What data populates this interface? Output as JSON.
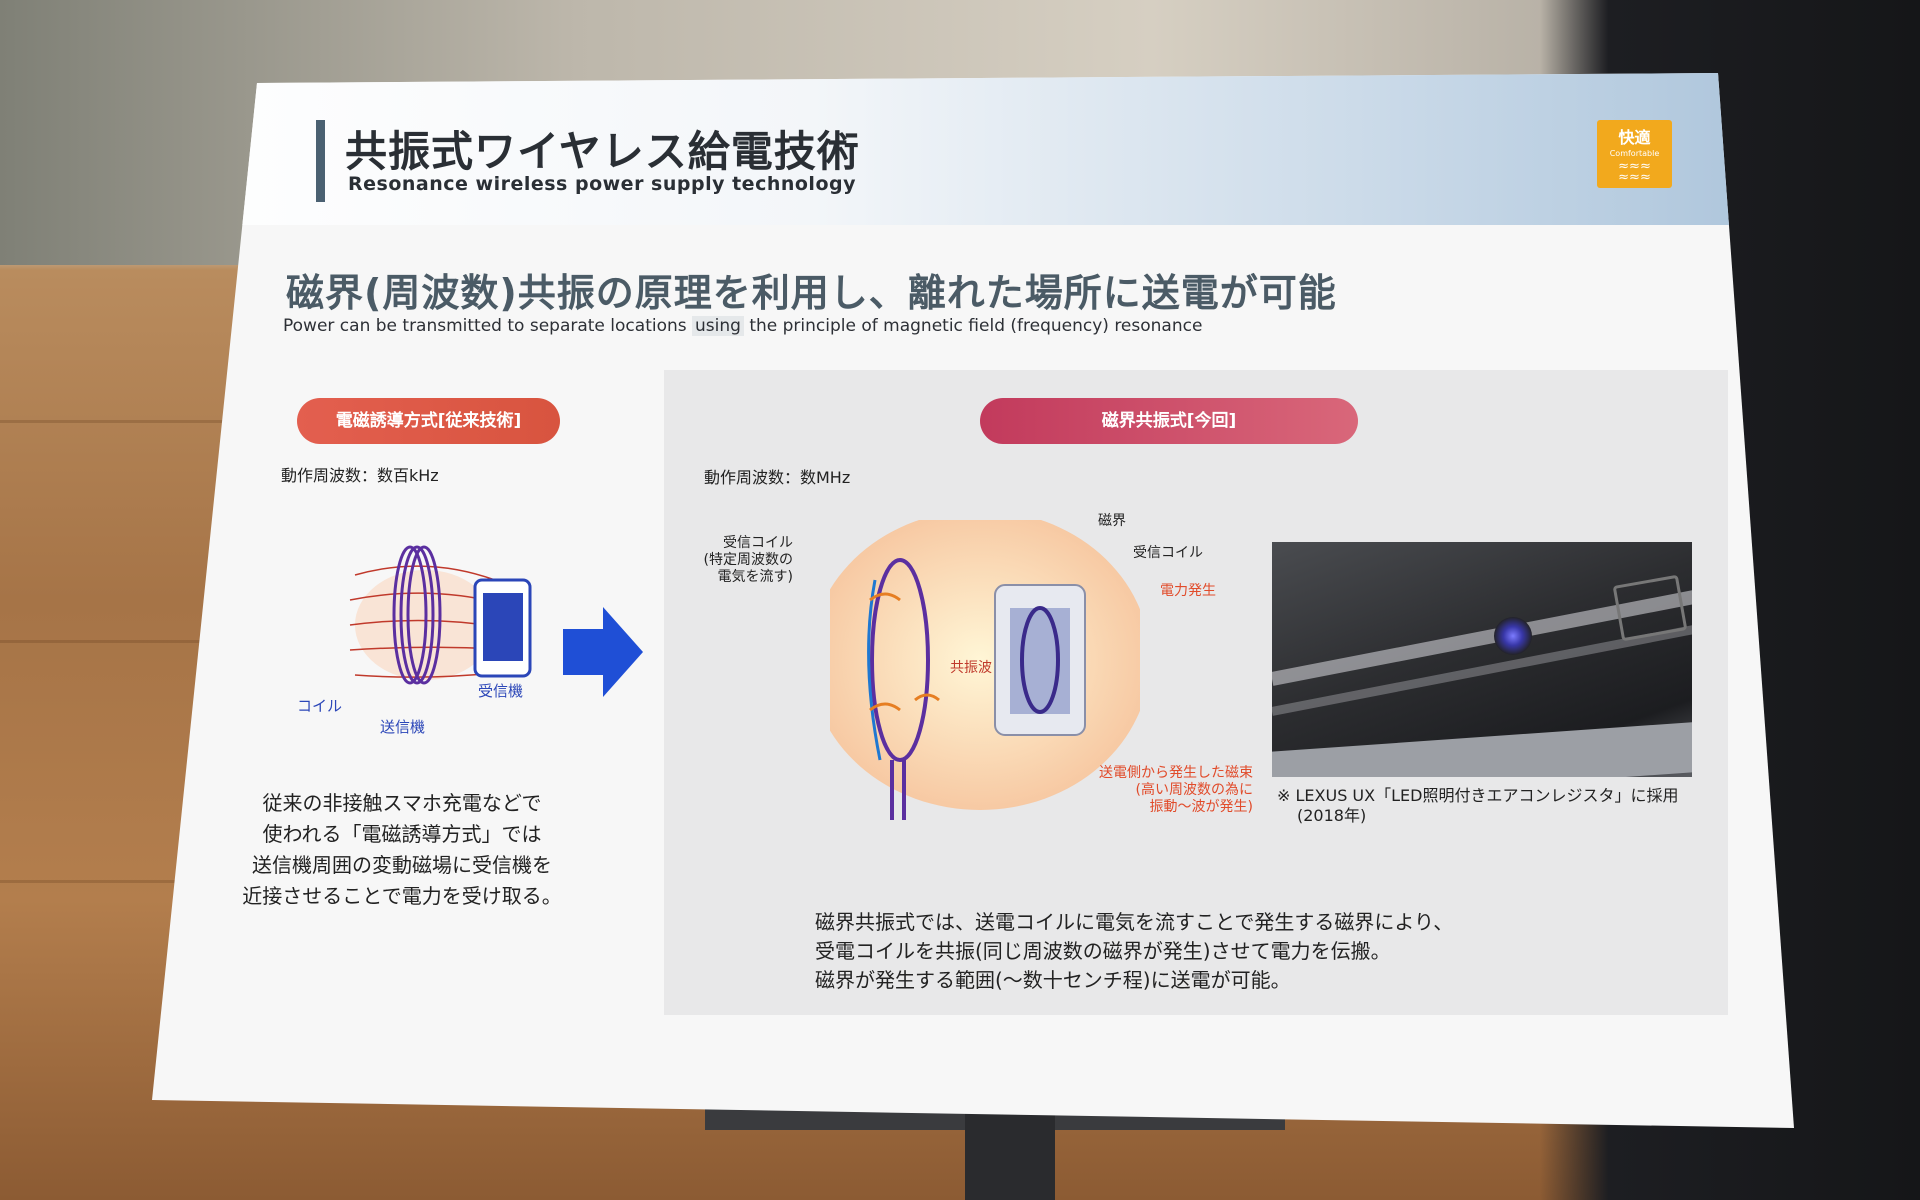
{
  "board": {
    "title_jp": "共振式ワイヤレス給電技術",
    "title_en": "Resonance wireless power supply technology",
    "badge": {
      "jp": "快適",
      "en": "Comfortable",
      "color": "#f2a91d"
    },
    "headline_jp": "磁界(周波数)共振の原理を利用し、離れた場所に送電が可能",
    "headline_en_before": "Power can be transmitted to separate locations ",
    "headline_en_highlight": "using",
    "headline_en_after": " the principle of magnetic field (frequency) resonance"
  },
  "left": {
    "pill": "電磁誘導方式[従来技術]",
    "freq": "動作周波数：数百kHz",
    "labels": {
      "coil": "コイル",
      "transmitter": "送信機",
      "receiver": "受信機"
    },
    "text_lines": [
      "従来の非接触スマホ充電などで",
      "使われる「電磁誘導方式」では",
      "送信機周囲の変動磁場に受信機を",
      "近接させることで電力を受け取る。"
    ]
  },
  "right": {
    "pill": "磁界共振式[今回]",
    "freq": "動作周波数：数MHz",
    "labels": {
      "magnetic_field": "磁界",
      "receive_coil": "受信コイル",
      "power_generation": "電力発生",
      "resonance_wave": "共振波",
      "rx_coil_left_1": "受信コイル",
      "rx_coil_left_2": "(特定周波数の",
      "rx_coil_left_3": "電気を流す)",
      "flux_1": "送電側から発生した磁束",
      "flux_2": "(高い周波数の為に",
      "flux_3": "振動～波が発生)"
    },
    "photo_caption_1": "※ LEXUS UX「LED照明付きエアコンレジスタ」に採用",
    "photo_caption_2": "(2018年)",
    "text_lines": [
      "磁界共振式では、送電コイルに電気を流すことで発生する磁界により、",
      "受電コイルを共振(同じ周波数の磁界が発生)させて電力を伝搬。",
      "磁界が発生する範囲(～数十センチ程)に送電が可能。"
    ]
  },
  "colors": {
    "pill_left": "#e35f4f",
    "pill_right": "#c23a5c",
    "arrow": "#1f4fd6",
    "coil_purple": "#5b2fa0",
    "label_red": "#e14b2a",
    "label_blue": "#2b46b8"
  }
}
